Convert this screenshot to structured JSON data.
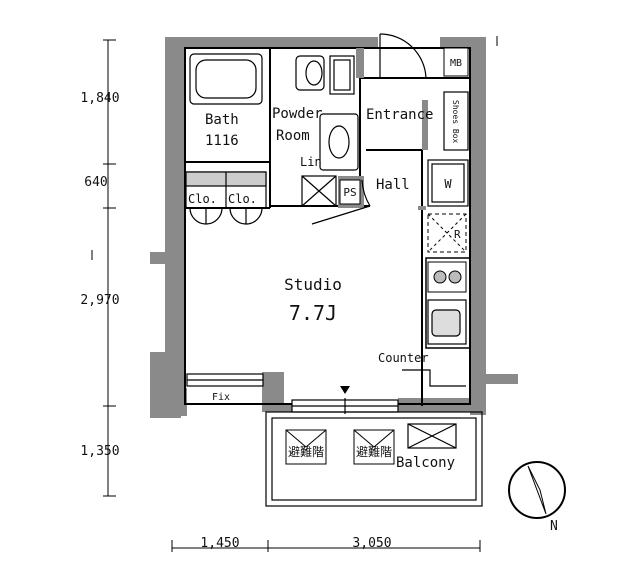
{
  "rooms": {
    "bath": "Bath",
    "bath_size": "1116",
    "powder_room_1": "Powder",
    "powder_room_2": "Room",
    "entrance": "Entrance",
    "lin": "Lin",
    "ps": "PS",
    "hall": "Hall",
    "studio": "Studio",
    "studio_size": "7.7J",
    "counter": "Counter",
    "balcony": "Balcony",
    "clo_1": "Clo.",
    "clo_2": "Clo.",
    "mb": "MB",
    "shoes_box": "Shoes Box",
    "washer": "W",
    "refrigerator": "R",
    "fix": "Fix",
    "escape_hatch_1": "避難階",
    "escape_hatch_2": "避難階"
  },
  "dimensions": {
    "left": [
      "1,840",
      "640",
      "2,970",
      "1,350"
    ],
    "bottom": [
      "1,450",
      "3,050"
    ]
  },
  "compass": {
    "north_label": "N"
  }
}
